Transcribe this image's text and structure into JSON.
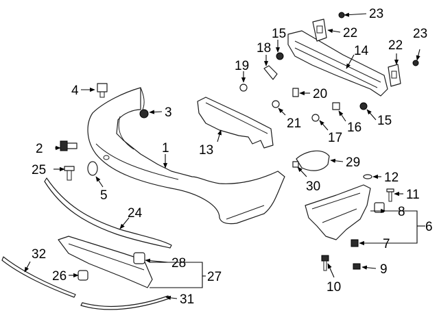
{
  "diagram": {
    "labels": [
      "1",
      "2",
      "3",
      "4",
      "5",
      "6",
      "7",
      "8",
      "9",
      "10",
      "11",
      "12",
      "13",
      "14",
      "15",
      "15",
      "16",
      "17",
      "18",
      "19",
      "20",
      "21",
      "22",
      "22",
      "23",
      "23",
      "24",
      "25",
      "26",
      "27",
      "28",
      "29",
      "30",
      "31",
      "32"
    ]
  }
}
